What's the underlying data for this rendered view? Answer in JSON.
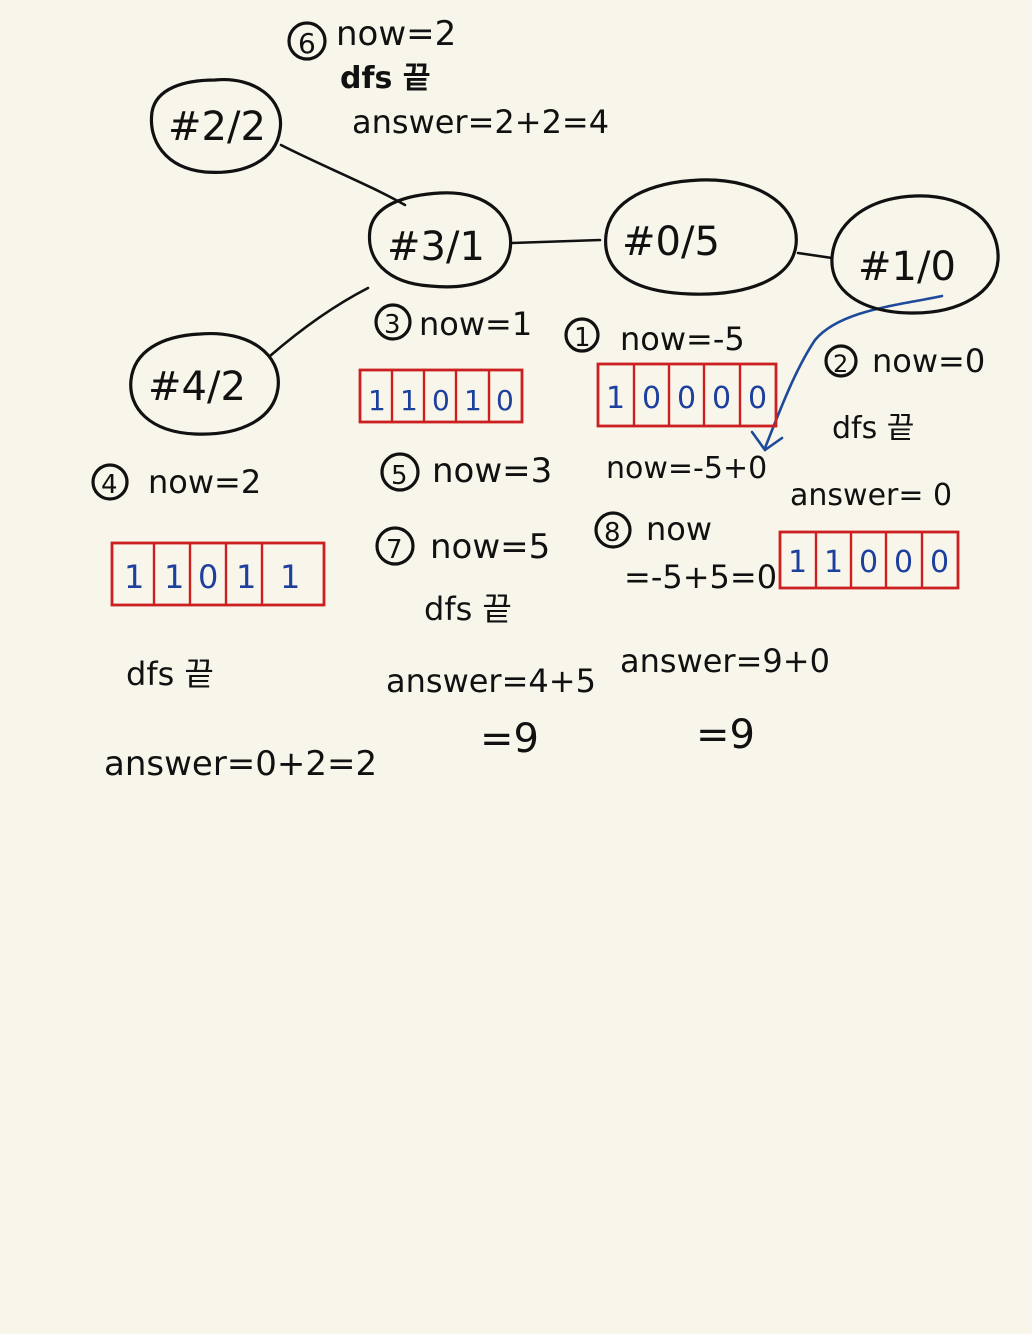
{
  "nodes": [
    {
      "id": "n2",
      "label": "#2/2"
    },
    {
      "id": "n3",
      "label": "#3/1"
    },
    {
      "id": "n0",
      "label": "#0/5"
    },
    {
      "id": "n1",
      "label": "#1/0"
    },
    {
      "id": "n4",
      "label": "#4/2"
    }
  ],
  "steps": {
    "s1": {
      "marker": "1",
      "text": "now=-5"
    },
    "s1b": {
      "text": "now=-5+0"
    },
    "s2": {
      "marker": "2",
      "text": "now=0"
    },
    "s2_dfs": {
      "text": "dfs 끝"
    },
    "s2_answer": {
      "text": "answer= 0"
    },
    "s3": {
      "marker": "3",
      "text": "now=1"
    },
    "s4": {
      "marker": "4",
      "text": "now=2"
    },
    "s4_dfs": {
      "text": "dfs 끝"
    },
    "s4_answer": {
      "text": "answer=0+2=2"
    },
    "s5": {
      "marker": "5",
      "text": "now=3"
    },
    "s6": {
      "marker": "6",
      "text": "now=2"
    },
    "s6_dfs": {
      "text": "dfs 끝"
    },
    "s6_answer": {
      "text": "answer=2+2=4"
    },
    "s7": {
      "marker": "7",
      "text": "now=5"
    },
    "s7_dfs": {
      "text": "dfs 끝"
    },
    "s7_answer": {
      "text": "answer=4+5"
    },
    "s7_result": {
      "text": "=9"
    },
    "s8": {
      "marker": "8",
      "text": "now"
    },
    "s8_cont": {
      "text": "=-5+5=0"
    },
    "s8_answer": {
      "text": "answer=9+0"
    },
    "s8_result": {
      "text": "=9"
    }
  },
  "arrays": {
    "visited_step1": [
      "1",
      "0",
      "0",
      "0",
      "0"
    ],
    "visited_step2": [
      "1",
      "1",
      "0",
      "0",
      "0"
    ],
    "visited_step3": [
      "1",
      "1",
      "0",
      "1",
      "0"
    ],
    "visited_step4": [
      "1",
      "1",
      "0",
      "1",
      "1"
    ]
  },
  "colors": {
    "ink": "#111111",
    "digit_blue": "#1d3f9e",
    "box_red": "#cc2020",
    "paper": "#f8f6ea"
  }
}
